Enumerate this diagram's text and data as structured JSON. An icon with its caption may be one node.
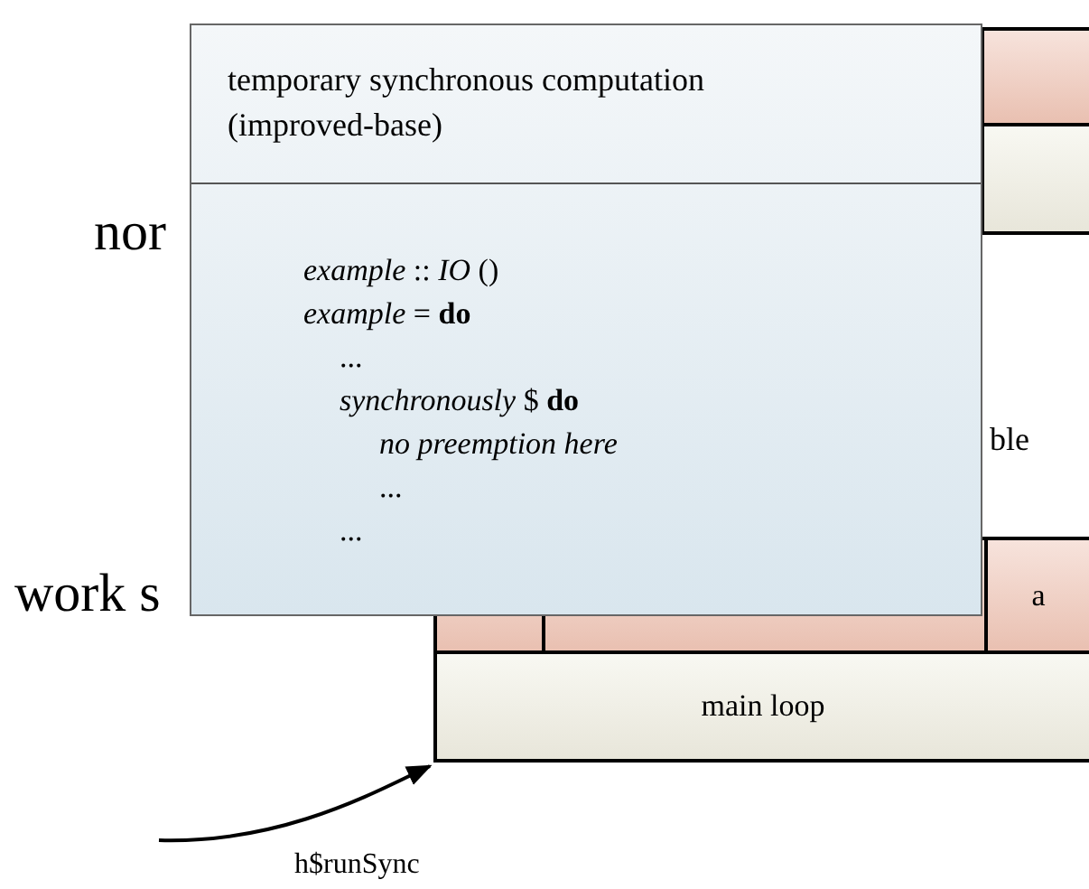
{
  "diagram": {
    "nodes": [
      {
        "text": [
          "temporary synchronous computation (improved-base)",
          "*example* :: *IO* ()",
          "*example* = **do**",
          "...",
          "*synchronously* $ **do**",
          "*no preemption here*",
          "...",
          "..."
        ]
      },
      {
        "text": [],
        "shape": "box"
      },
      {
        "text": [],
        "shape": "box"
      },
      {
        "text": [],
        "shape": "box"
      },
      {
        "text": [],
        "shape": "box"
      },
      {
        "text": [
          "a"
        ]
      },
      {
        "text": [
          "main loop"
        ]
      }
    ],
    "edges": [
      {
        "from": null,
        "to": 6,
        "arrow": "to",
        "label": "h$runSync"
      }
    ],
    "labels": [
      "nor",
      "ble",
      "work s"
    ]
  }
}
